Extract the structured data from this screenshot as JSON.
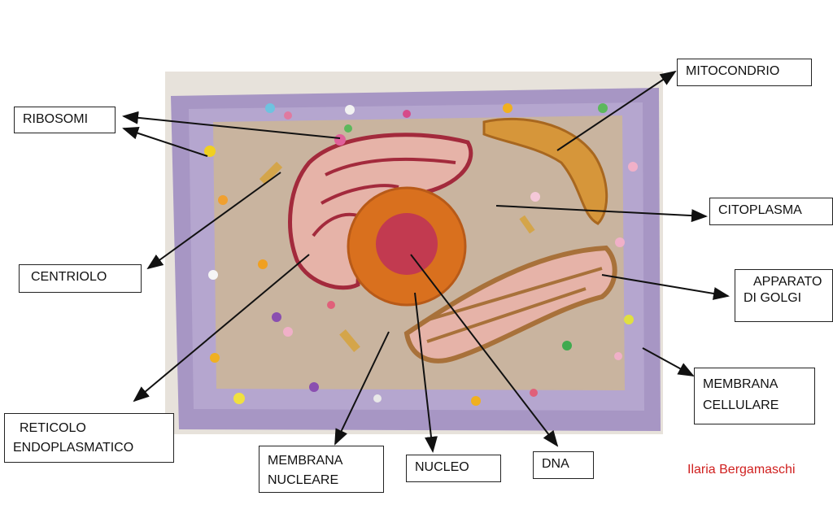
{
  "labels": {
    "ribosomi": "RIBOSOMI",
    "mitocondrio": "MITOCONDRIO",
    "citoplasma": "CITOPLASMA",
    "centriolo": "CENTRIOLO",
    "apparato_line1": "APPARATO",
    "apparato_line2": "DI GOLGI",
    "membrana_cell_line1": "MEMBRANA",
    "membrana_cell_line2": "CELLULARE",
    "reticolo_line1": "RETICOLO",
    "reticolo_line2": "ENDOPLASMATICO",
    "membrana_nuc_line1": "MEMBRANA",
    "membrana_nuc_line2": "NUCLEARE",
    "nucleo": "NUCLEO",
    "dna": "DNA"
  },
  "author": "Ilaria Bergamaschi",
  "colors": {
    "author": "#d0201f",
    "box_border": "#8b79b5",
    "cytoplasm": "#c9b49f",
    "nucleus": "#c23a50",
    "nuclear_membrane": "#d9701e",
    "golgi": "#a8713a",
    "er": "#a32a3c"
  }
}
